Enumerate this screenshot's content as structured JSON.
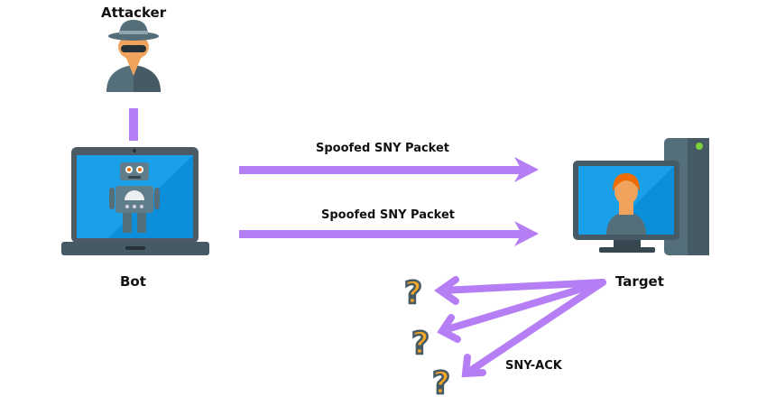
{
  "nodes": {
    "attacker": {
      "label": "Attacker",
      "icon": "spy-icon"
    },
    "bot": {
      "label": "Bot",
      "icon": "robot-laptop-icon"
    },
    "target": {
      "label": "Target",
      "icon": "desktop-user-icon"
    }
  },
  "edges": {
    "packet_1": {
      "label": "Spoofed SNY Packet"
    },
    "packet_2": {
      "label": "Spoofed SNY Packet"
    },
    "response": {
      "label": "SNY-ACK"
    }
  },
  "unknown_hosts": {
    "glyph": "?",
    "count": 3
  },
  "colors": {
    "arrow": "#b57ef5",
    "screen": "#1aa0e8",
    "device": "#4b5a63",
    "question": "#f6a623"
  }
}
